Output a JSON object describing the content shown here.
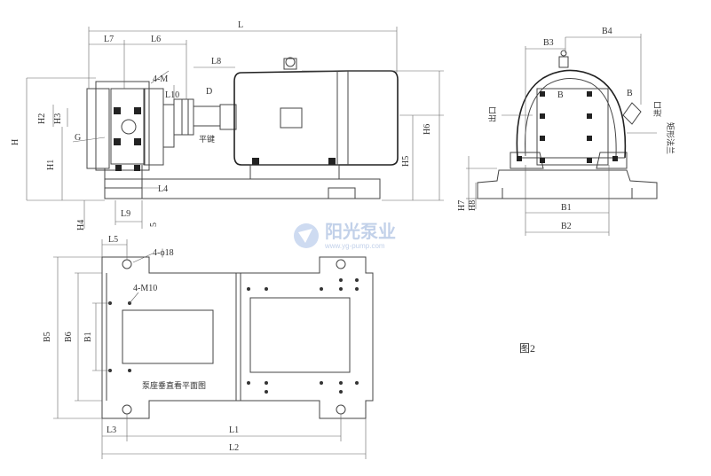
{
  "front_view": {
    "labels": {
      "L": "L",
      "L7": "L7",
      "L6": "L6",
      "L8": "L8",
      "four_m": "4-M",
      "L10": "L10",
      "D": "D",
      "key": "平键",
      "H": "H",
      "H1": "H1",
      "H2": "H2",
      "H3": "H3",
      "G": "G",
      "H4": "H4",
      "L9": "L9",
      "five": "5",
      "L4": "L4",
      "H5": "H5",
      "H6": "H6"
    }
  },
  "side_view": {
    "labels": {
      "B3": "B3",
      "B4": "B4",
      "B": "B",
      "outlet": "出口",
      "inlet": "进口",
      "flange": "矩形法兰",
      "H7": "H7",
      "H8": "H8",
      "B1": "B1",
      "B2": "B2"
    }
  },
  "plan_view": {
    "labels": {
      "L5": "L5",
      "four_phi18": "4-ϕ18",
      "four_m10": "4-M10",
      "B5": "B5",
      "B6": "B6",
      "B1": "B1",
      "pump_note": "泵座垂直看平面图",
      "L3": "L3",
      "L1": "L1",
      "L2": "L2"
    }
  },
  "figure_label": "图2",
  "watermark": {
    "brand": "阳光泵业",
    "url": "www.yg-pump.com"
  }
}
